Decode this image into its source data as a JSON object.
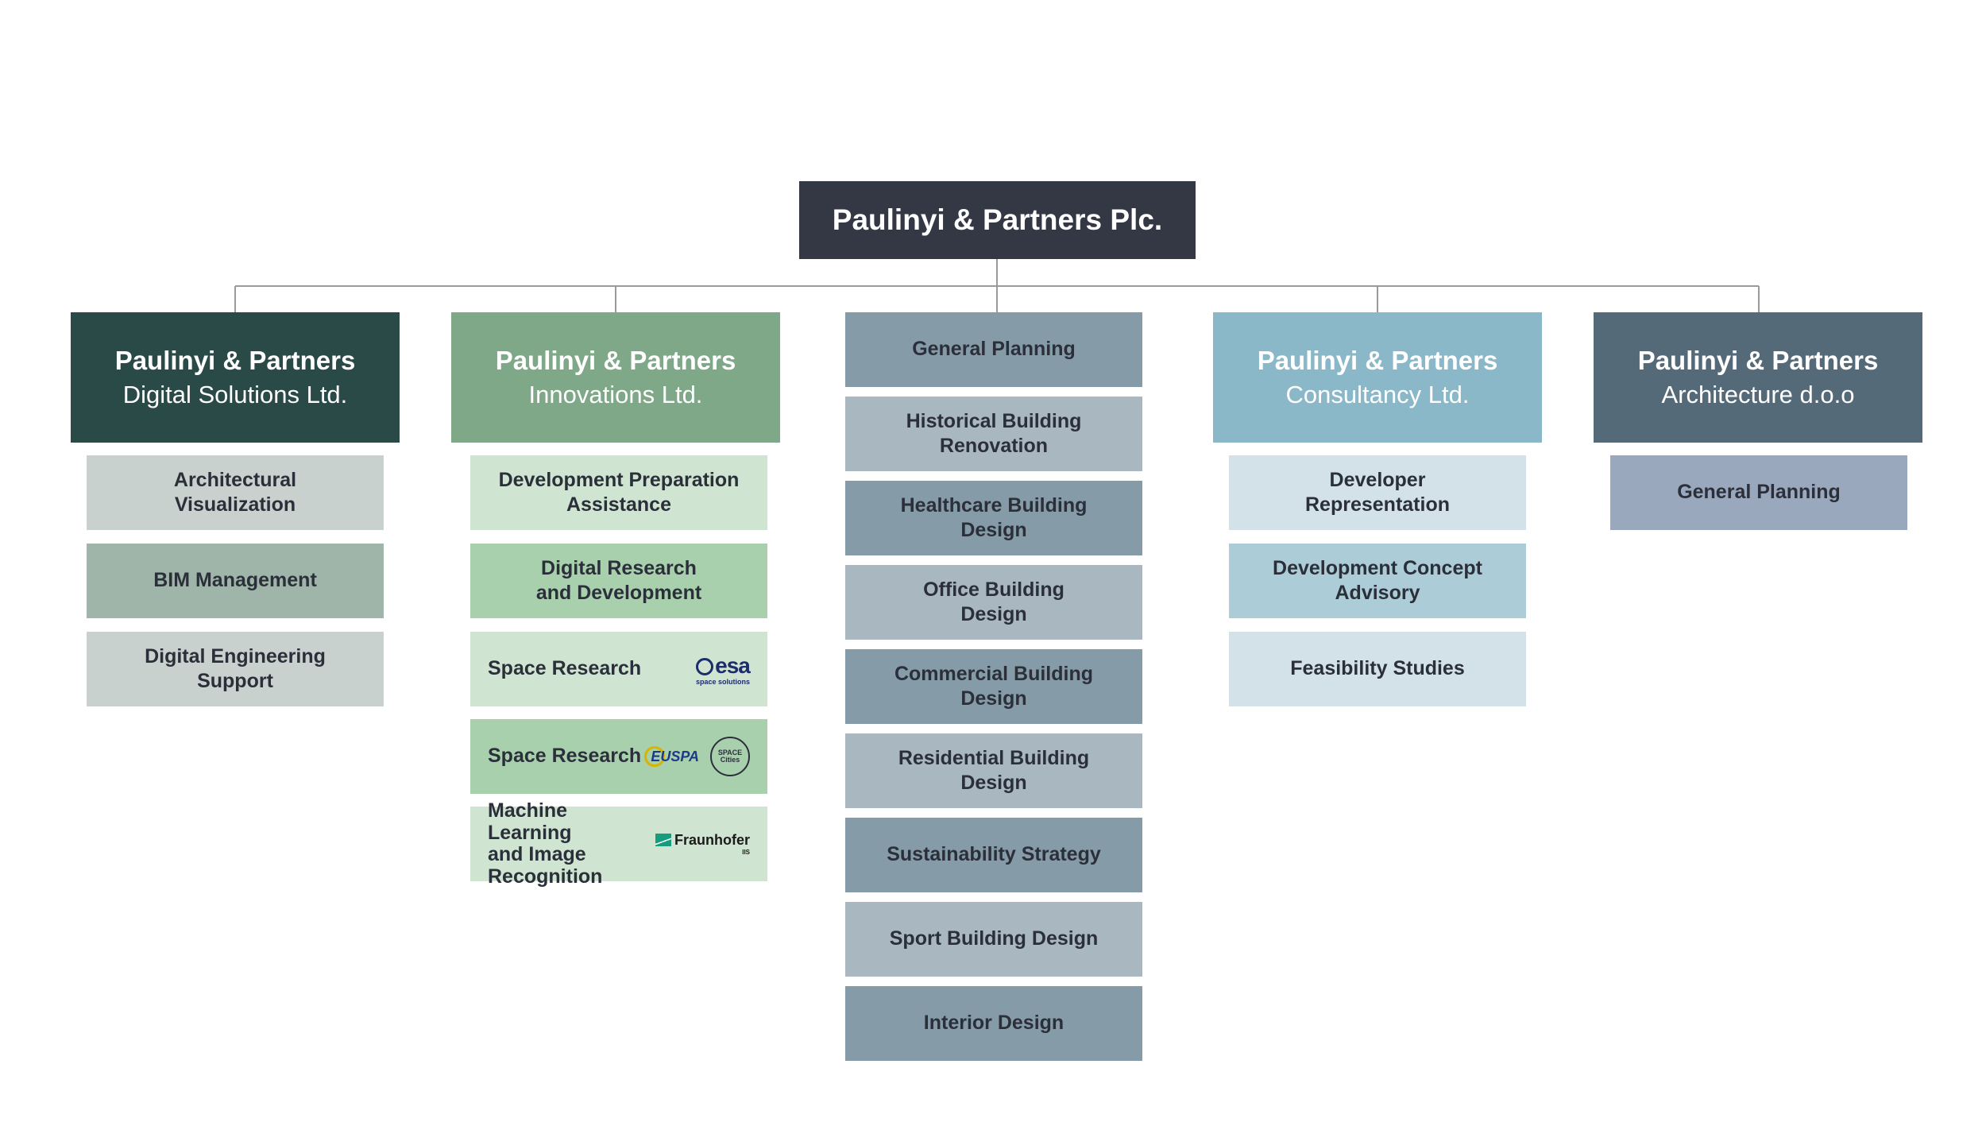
{
  "root": {
    "label": "Paulinyi & Partners Plc."
  },
  "columns": [
    {
      "name": "Paulinyi & Partners",
      "subtitle": "Digital Solutions Ltd.",
      "color": "#2a4a48",
      "items": [
        {
          "label": "Architectural\nVisualization",
          "color": "#c8d1cd"
        },
        {
          "label": "BIM Management",
          "color": "#9fb5a9"
        },
        {
          "label": "Digital Engineering\nSupport",
          "color": "#c8d1cd"
        }
      ]
    },
    {
      "name": "Paulinyi & Partners",
      "subtitle": "Innovations Ltd.",
      "color": "#7ea887",
      "items": [
        {
          "label": "Development Preparation\nAssistance",
          "color": "#cfe5d1"
        },
        {
          "label": "Digital Research\nand Development",
          "color": "#a8d0ad"
        },
        {
          "label": "Space Research",
          "color": "#cfe5d1",
          "logo": "esa",
          "logo_text": "esa",
          "logo_sub": "space solutions"
        },
        {
          "label": "Space Research",
          "color": "#a8d0ad",
          "logo": "euspa",
          "logo_text": "EUSPA",
          "logo2_text": "SPACE\nCities"
        },
        {
          "label": "Machine Learning\nand Image\nRecognition",
          "color": "#cfe5d1",
          "logo": "fraunhofer",
          "logo_text": "Fraunhofer",
          "logo_sub": "IIS"
        }
      ]
    },
    {
      "items": [
        {
          "label": "General Planning",
          "color": "#869ba8"
        },
        {
          "label": "Historical Building\nRenovation",
          "color": "#a9b7c1"
        },
        {
          "label": "Healthcare Building\nDesign",
          "color": "#869ba8"
        },
        {
          "label": "Office Building\nDesign",
          "color": "#a9b7c1"
        },
        {
          "label": "Commercial Building\nDesign",
          "color": "#869ba8"
        },
        {
          "label": "Residential Building\nDesign",
          "color": "#a9b7c1"
        },
        {
          "label": "Sustainability Strategy",
          "color": "#869ba8"
        },
        {
          "label": "Sport Building Design",
          "color": "#a9b7c1"
        },
        {
          "label": "Interior Design",
          "color": "#869ba8"
        }
      ]
    },
    {
      "name": "Paulinyi & Partners",
      "subtitle": "Consultancy Ltd.",
      "color": "#8bb8c9",
      "items": [
        {
          "label": "Developer\nRepresentation",
          "color": "#d3e2e9"
        },
        {
          "label": "Development Concept\nAdvisory",
          "color": "#acccd8"
        },
        {
          "label": "Feasibility Studies",
          "color": "#d3e2e9"
        }
      ]
    },
    {
      "name": "Paulinyi & Partners",
      "subtitle": "Architecture d.o.o",
      "color": "#546a79",
      "items": [
        {
          "label": "General Planning",
          "color": "#99a8bd"
        }
      ]
    }
  ],
  "connector_color": "#9a9a9a",
  "root_color": "#343845"
}
